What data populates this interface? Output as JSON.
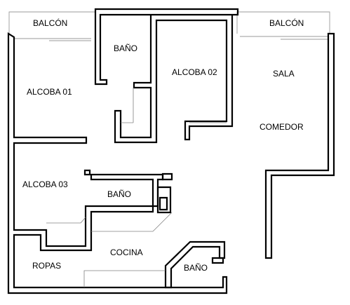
{
  "rooms": {
    "balcon_left": "BALCÓN",
    "balcon_right": "BALCÓN",
    "bano_top": "BAÑO",
    "alcoba_01": "ALCOBA 01",
    "alcoba_02": "ALCOBA 02",
    "sala": "SALA",
    "comedor": "COMEDOR",
    "alcoba_03": "ALCOBA 03",
    "bano_middle": "BAÑO",
    "cocina": "COCINA",
    "ropas": "ROPAS",
    "bano_bottom": "BAÑO"
  }
}
